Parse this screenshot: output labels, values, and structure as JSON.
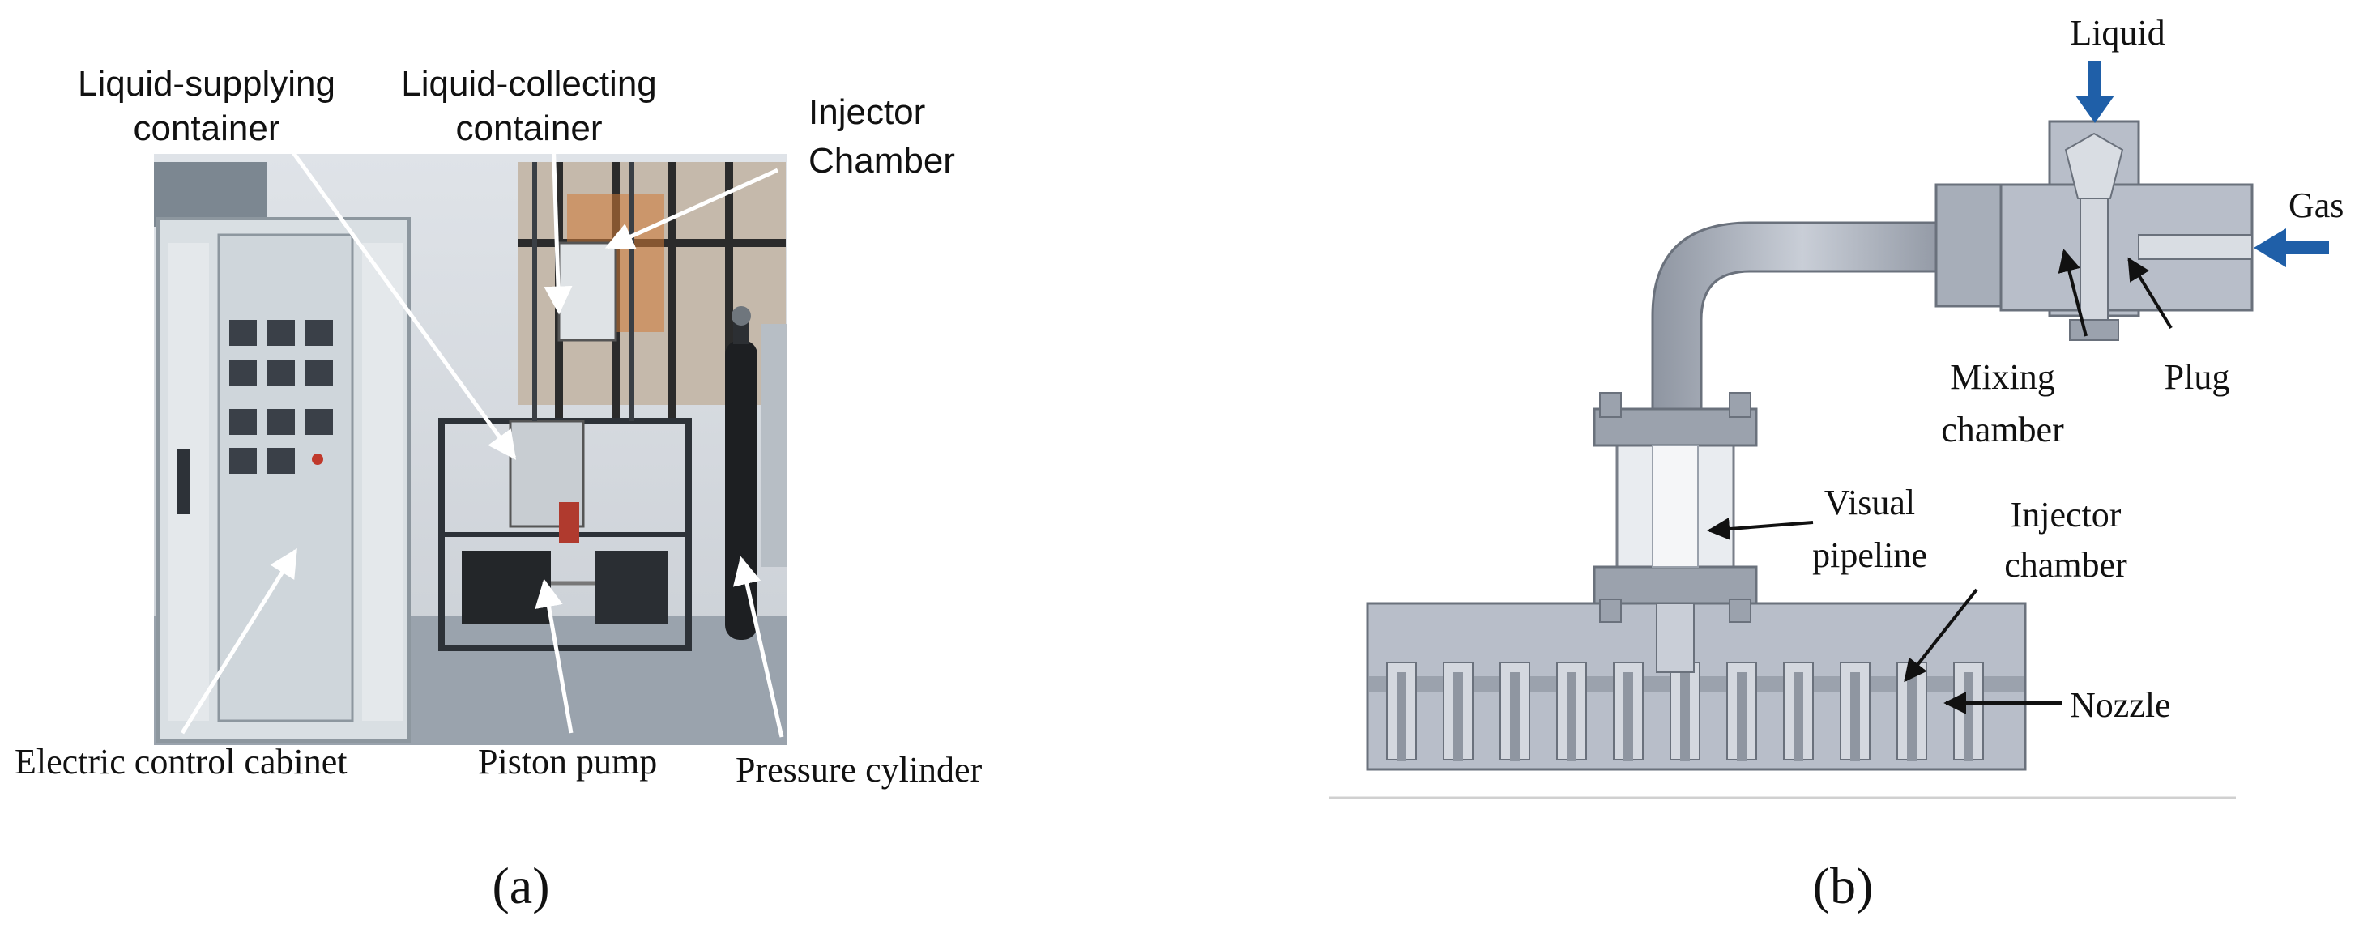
{
  "panel_a": {
    "labels": {
      "liquid_supplying_1": "Liquid-supplying",
      "liquid_supplying_2": "container",
      "liquid_collecting_1": "Liquid-collecting",
      "liquid_collecting_2": "container",
      "injector_1": "Injector",
      "injector_2": "Chamber",
      "electric_cabinet": "Electric control cabinet",
      "piston_pump": "Piston pump",
      "pressure_cylinder": "Pressure cylinder"
    },
    "caption": "(a)"
  },
  "panel_b": {
    "labels": {
      "liquid": "Liquid",
      "gas": "Gas",
      "mixing_1": "Mixing",
      "mixing_2": "chamber",
      "plug": "Plug",
      "visual_1": "Visual",
      "visual_2": "pipeline",
      "injector_1": "Injector",
      "injector_2": "chamber",
      "nozzle": "Nozzle"
    },
    "caption": "(b)",
    "colors": {
      "inflow_arrow": "#1f5fa8",
      "body": "#b8bec9"
    }
  }
}
